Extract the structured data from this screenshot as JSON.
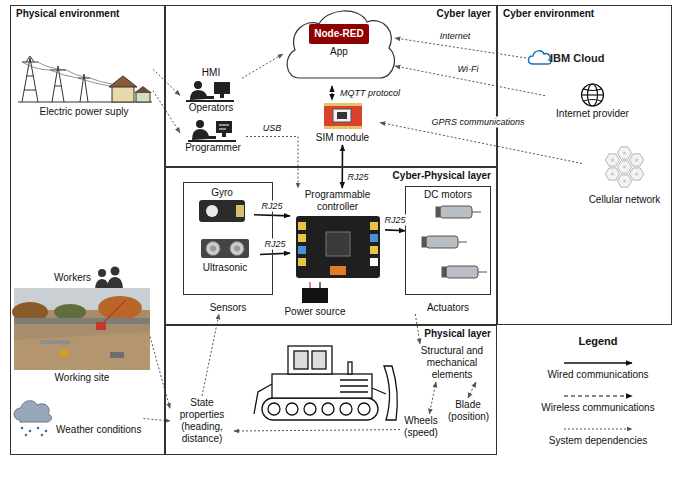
{
  "diagram": {
    "nodes": [
      {
        "text": [
          "Physical environment"
        ]
      },
      {
        "text": [
          "Electric power suply"
        ],
        "in": 0
      },
      {
        "text": [
          "Workers"
        ],
        "in": 0
      },
      {
        "text": [
          "Working site"
        ],
        "in": 0
      },
      {
        "text": [
          "Weather conditions"
        ],
        "in": 0
      },
      {
        "text": [
          "Cyber layer"
        ]
      },
      {
        "text": [
          "Node-RED",
          "App"
        ],
        "in": 5
      },
      {
        "text": [
          "HMI",
          "Operators"
        ],
        "in": 5
      },
      {
        "text": [
          "Programmer"
        ],
        "in": 5
      },
      {
        "text": [
          "SIM module"
        ],
        "in": 5
      },
      {
        "text": [
          "Cyber environment"
        ]
      },
      {
        "text": [
          "IBM Cloud"
        ],
        "in": 10
      },
      {
        "text": [
          "Internet provider"
        ],
        "in": 10
      },
      {
        "text": [
          "Cellular network"
        ],
        "in": 10
      },
      {
        "text": [
          "Cyber-Physical layer"
        ]
      },
      {
        "text": [
          "Sensors"
        ],
        "in": 14
      },
      {
        "text": [
          "Gyro"
        ],
        "in": 15
      },
      {
        "text": [
          "Ultrasonic"
        ],
        "in": 15
      },
      {
        "text": [
          "Programmable controller"
        ],
        "in": 14
      },
      {
        "text": [
          "Power source"
        ],
        "in": 14
      },
      {
        "text": [
          "DC motors",
          "Actuators"
        ],
        "in": 14
      },
      {
        "text": [
          "Physical layer"
        ]
      },
      {
        "text": [
          "Structural and mechanical elements"
        ],
        "in": 21
      },
      {
        "text": [
          "State properties (heading, distance)"
        ],
        "in": 21
      },
      {
        "text": [
          "Wheels (speed)"
        ],
        "in": 21
      },
      {
        "text": [
          "Blade (position)"
        ],
        "in": 21
      }
    ],
    "edges": [
      {
        "from": 1,
        "to": 7,
        "arrow": "to"
      },
      {
        "from": 1,
        "to": 8,
        "arrow": "to"
      },
      {
        "from": 7,
        "to": 6,
        "arrow": "to"
      },
      {
        "from": 11,
        "to": 6,
        "label": "Internet",
        "arrow": "to"
      },
      {
        "from": 12,
        "to": 6,
        "label": "Wi-Fi",
        "arrow": "to"
      },
      {
        "from": 6,
        "to": 9,
        "label": "MQTT protocol",
        "arrow": "both"
      },
      {
        "from": 13,
        "to": 9,
        "label": "GPRS communications",
        "arrow": "to"
      },
      {
        "from": 8,
        "to": 18,
        "label": "USB",
        "arrow": "to"
      },
      {
        "from": 9,
        "to": 18,
        "label": "RJ25",
        "arrow": "both"
      },
      {
        "from": 16,
        "to": 18,
        "label": "RJ25",
        "arrow": "to"
      },
      {
        "from": 17,
        "to": 18,
        "label": "RJ25",
        "arrow": "to"
      },
      {
        "from": 18,
        "to": 20,
        "label": "RJ25",
        "arrow": "to"
      },
      {
        "from": 20,
        "to": 22,
        "arrow": "to"
      },
      {
        "from": 22,
        "to": 24,
        "arrow": "both"
      },
      {
        "from": 22,
        "to": 25,
        "arrow": "both"
      },
      {
        "from": 24,
        "to": 23,
        "arrow": "to"
      },
      {
        "from": 23,
        "to": 15,
        "arrow": "to"
      },
      {
        "from": 3,
        "to": 23,
        "arrow": "to"
      },
      {
        "from": 4,
        "to": 23,
        "arrow": "to"
      }
    ],
    "labels": [
      "Legend"
    ],
    "legend": [
      {
        "text": "Wired communications"
      },
      {
        "text": "Wireless communications"
      },
      {
        "text": "System dependencies"
      }
    ]
  }
}
